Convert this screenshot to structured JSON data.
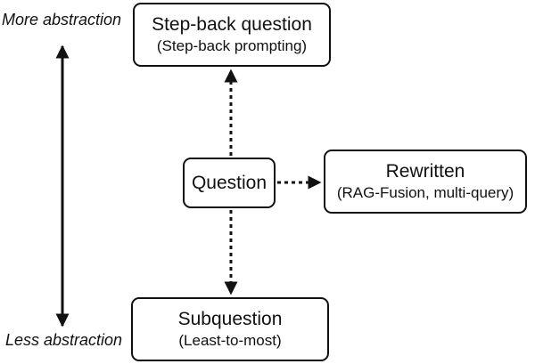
{
  "axis": {
    "top_label": "More abstraction",
    "bottom_label": "Less abstraction"
  },
  "nodes": {
    "stepback": {
      "title": "Step-back question",
      "subtitle": "(Step-back prompting)"
    },
    "question": {
      "title": "Question"
    },
    "rewritten": {
      "title": "Rewritten",
      "subtitle": "(RAG-Fusion, multi-query)"
    },
    "subquestion": {
      "title": "Subquestion",
      "subtitle": "(Least-to-most)"
    }
  },
  "colors": {
    "ink": "#111111",
    "background": "#ffffff"
  }
}
